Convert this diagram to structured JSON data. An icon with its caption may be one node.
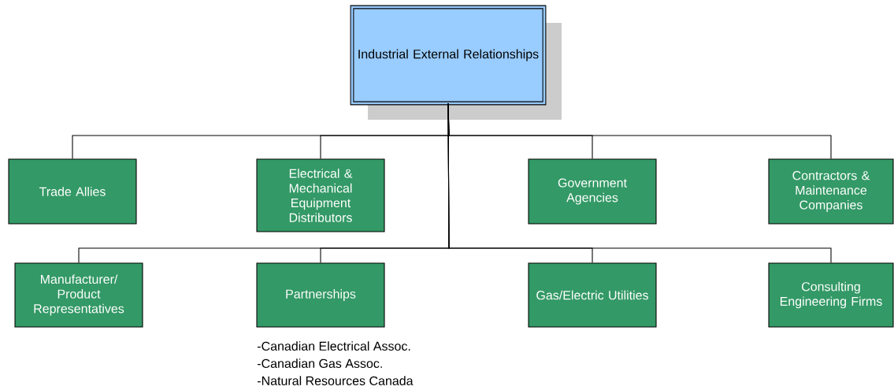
{
  "diagram": {
    "nodes": [
      {
        "text": [
          "Industrial External Relationships"
        ]
      },
      {
        "text": [
          "Trade Allies"
        ]
      },
      {
        "text": [
          "Electrical & Mechanical Equipment Distributors"
        ]
      },
      {
        "text": [
          "Government Agencies"
        ]
      },
      {
        "text": [
          "Contractors & Maintenance Companies"
        ]
      },
      {
        "text": [
          "Manufacturer/ Product Representatives"
        ]
      },
      {
        "text": [
          "Partnerships"
        ],
        "beside": [
          "-Canadian Electrical Assoc.",
          "-Canadian Gas Assoc.",
          "-Natural Resources Canada"
        ]
      },
      {
        "text": [
          "Gas/Electric Utilities"
        ]
      },
      {
        "text": [
          "Consulting Engineering Firms"
        ]
      }
    ],
    "edges": [
      {
        "from": 0,
        "to": 1,
        "arrow": "none"
      },
      {
        "from": 0,
        "to": 2,
        "arrow": "none"
      },
      {
        "from": 0,
        "to": 3,
        "arrow": "none"
      },
      {
        "from": 0,
        "to": 4,
        "arrow": "none"
      },
      {
        "from": 0,
        "to": 5,
        "arrow": "none"
      },
      {
        "from": 0,
        "to": 6,
        "arrow": "none"
      },
      {
        "from": 0,
        "to": 7,
        "arrow": "none"
      },
      {
        "from": 0,
        "to": 8,
        "arrow": "none"
      }
    ]
  }
}
